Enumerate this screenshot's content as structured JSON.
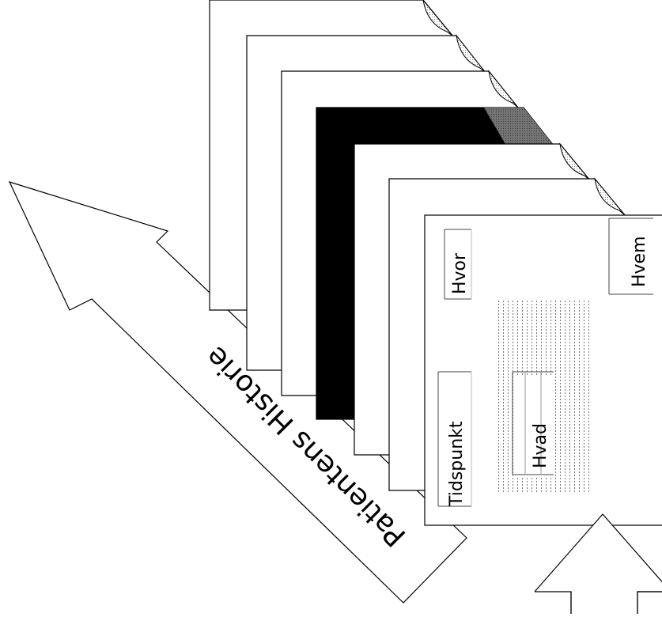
{
  "diagram": {
    "arrow_label": "Patientens Historie",
    "fields": {
      "hvor": "Hvor",
      "hvem": "Hvem",
      "tidspunkt": "Tidspunkt",
      "hvad": "Hvad"
    },
    "highlighted_page": 4,
    "colors": {
      "page_fill": "#ffffff",
      "page_stroke": "#000000",
      "highlight_fill": "#000000",
      "background": "#ffffff"
    }
  }
}
